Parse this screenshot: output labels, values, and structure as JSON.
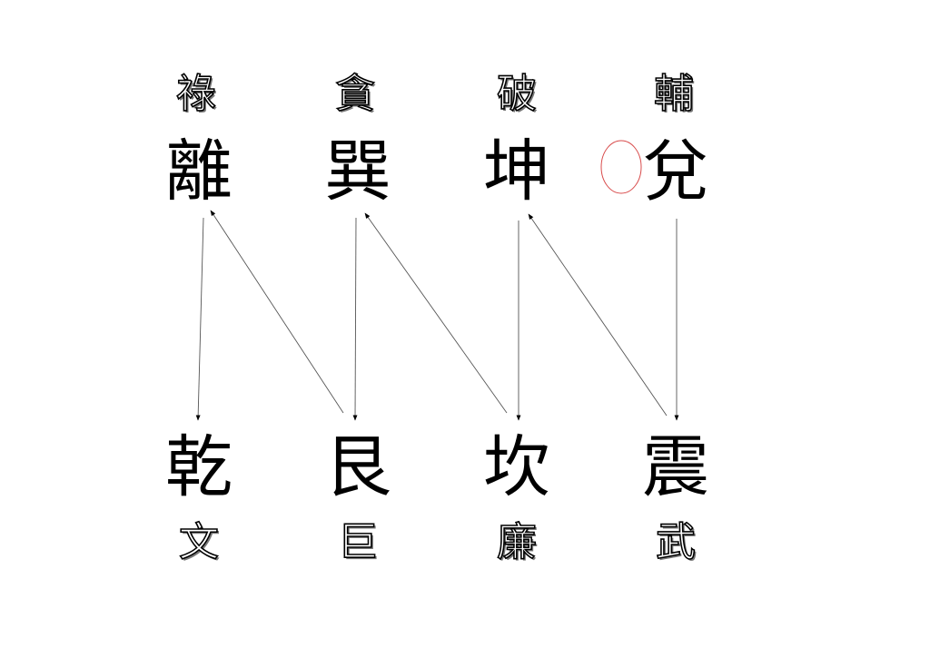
{
  "top_row": {
    "stars": [
      "祿",
      "貪",
      "破",
      "輔"
    ],
    "trigrams": [
      "離",
      "巽",
      "坤",
      "兌"
    ]
  },
  "bottom_row": {
    "trigrams": [
      "乾",
      "艮",
      "坎",
      "震"
    ],
    "stars": [
      "文",
      "巨",
      "廉",
      "武"
    ]
  },
  "colors": {
    "text": "#000000",
    "arrow": "#000000",
    "marker_circle": "#d84a4a"
  }
}
